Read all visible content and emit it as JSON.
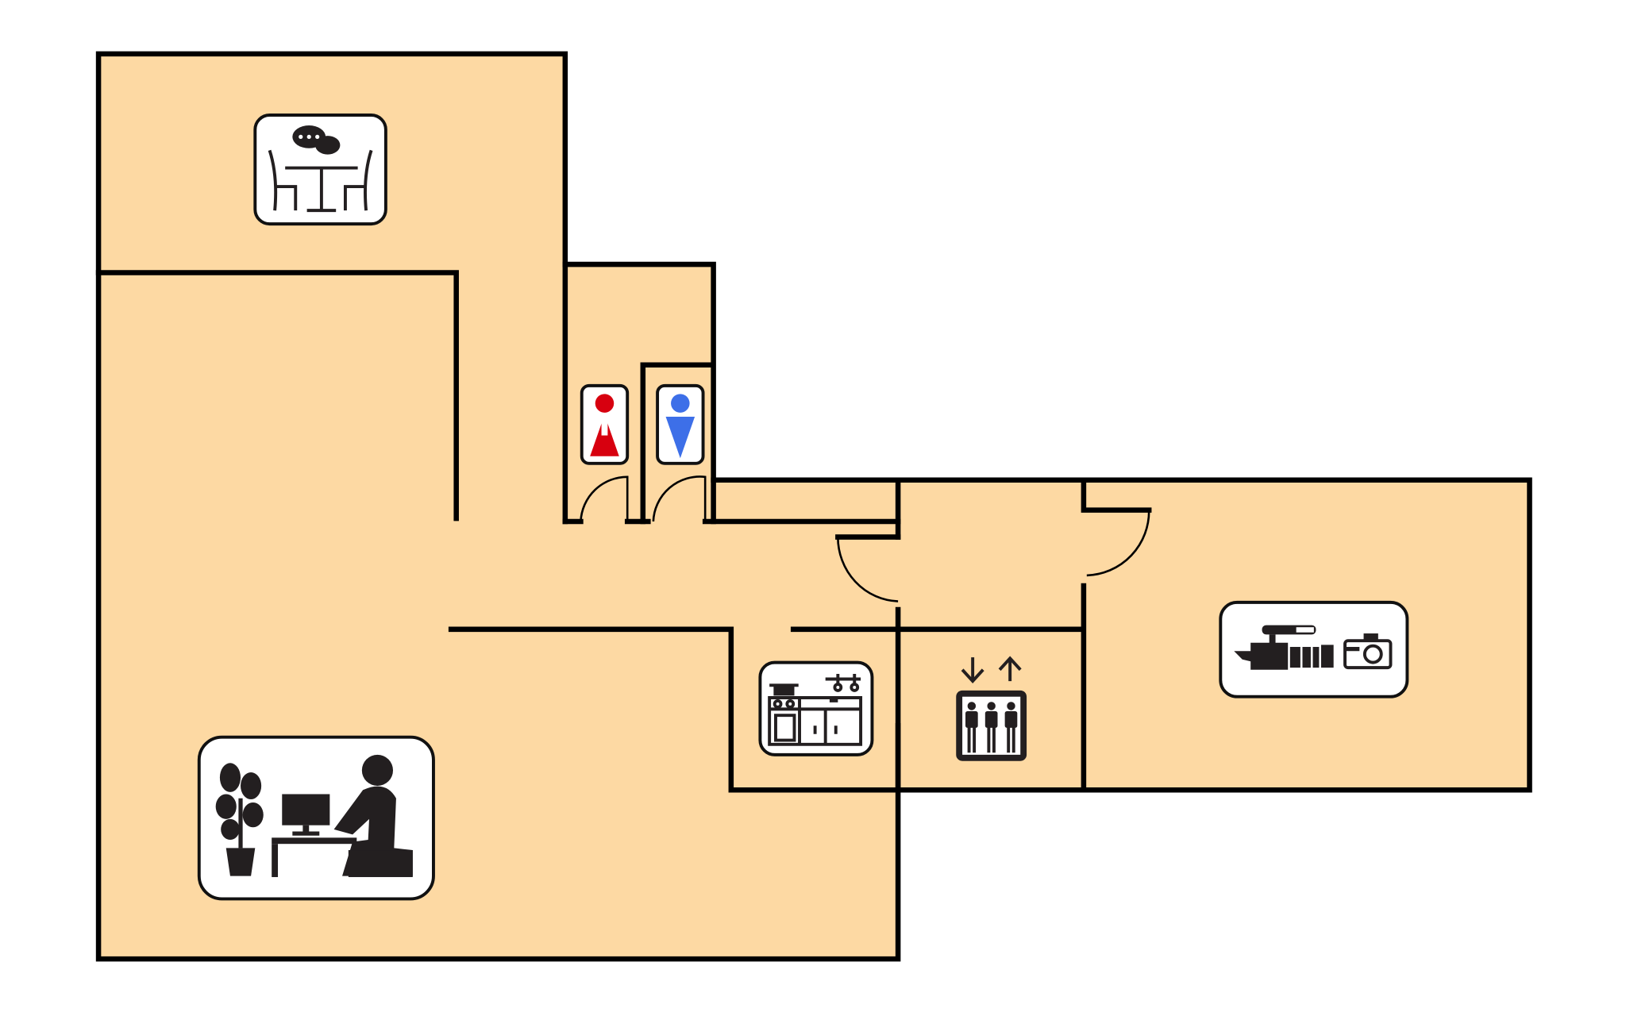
{
  "floorplan": {
    "colors": {
      "floor": "#FDD9A3",
      "wall": "#000000",
      "female": "#D7000F",
      "male": "#3D6FE8",
      "background": "#FFFFFF"
    },
    "rooms": [
      {
        "id": "meeting-room",
        "icon": "meeting-table-chat-icon"
      },
      {
        "id": "office",
        "icon": "office-desk-computer-icon"
      },
      {
        "id": "womens-restroom",
        "icon": "female-restroom-icon"
      },
      {
        "id": "mens-restroom",
        "icon": "male-restroom-icon"
      },
      {
        "id": "kitchen",
        "icon": "kitchen-icon"
      },
      {
        "id": "elevator",
        "icon": "elevator-icon"
      },
      {
        "id": "studio",
        "icon": "video-camera-photo-icon"
      }
    ]
  }
}
